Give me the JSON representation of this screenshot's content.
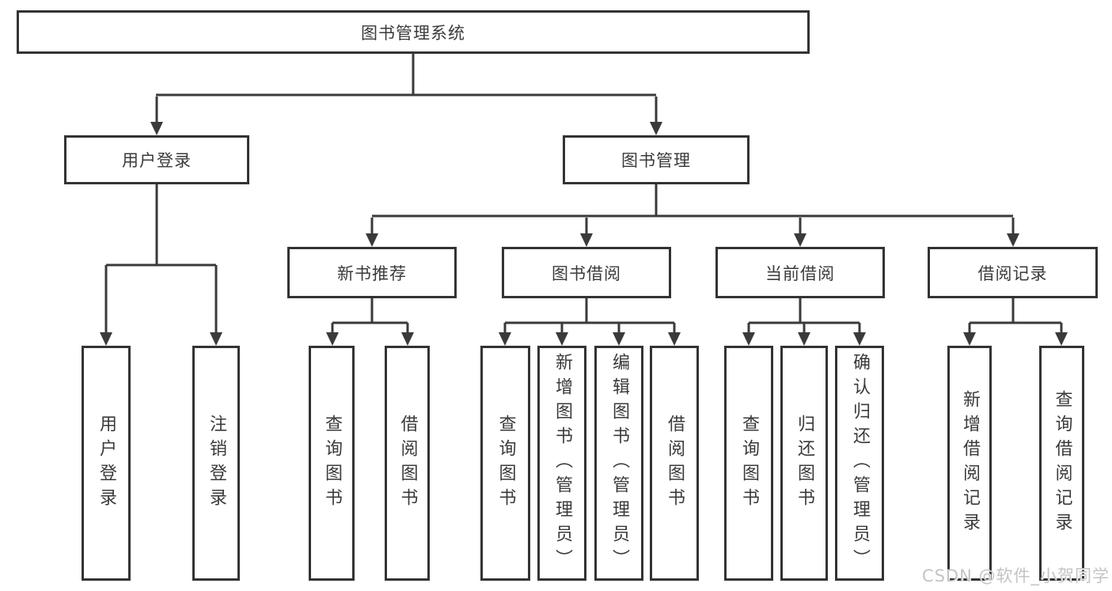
{
  "tree": {
    "root": {
      "label": "图书管理系统",
      "children": [
        {
          "label": "用户登录",
          "children": [
            {
              "label": "用户登录"
            },
            {
              "label": "注销登录"
            }
          ]
        },
        {
          "label": "图书管理",
          "children": [
            {
              "label": "新书推荐",
              "children": [
                {
                  "label": "查询图书"
                },
                {
                  "label": "借阅图书"
                }
              ]
            },
            {
              "label": "图书借阅",
              "children": [
                {
                  "label": "查询图书"
                },
                {
                  "label": "新增图书（管理员）"
                },
                {
                  "label": "编辑图书（管理员）"
                },
                {
                  "label": "借阅图书"
                }
              ]
            },
            {
              "label": "当前借阅",
              "children": [
                {
                  "label": "查询图书"
                },
                {
                  "label": "归还图书"
                },
                {
                  "label": "确认归还（管理员）"
                }
              ]
            },
            {
              "label": "借阅记录",
              "children": [
                {
                  "label": "新增借阅记录"
                },
                {
                  "label": "查询借阅记录"
                }
              ]
            }
          ]
        }
      ]
    }
  },
  "colors": {
    "line": "#3a3a3a",
    "border": "#333333",
    "text": "#3a3a3a",
    "watermark": "#c4c4c4",
    "background": "#ffffff"
  },
  "watermark": {
    "text": "CSDN @软件_小贺同学"
  }
}
